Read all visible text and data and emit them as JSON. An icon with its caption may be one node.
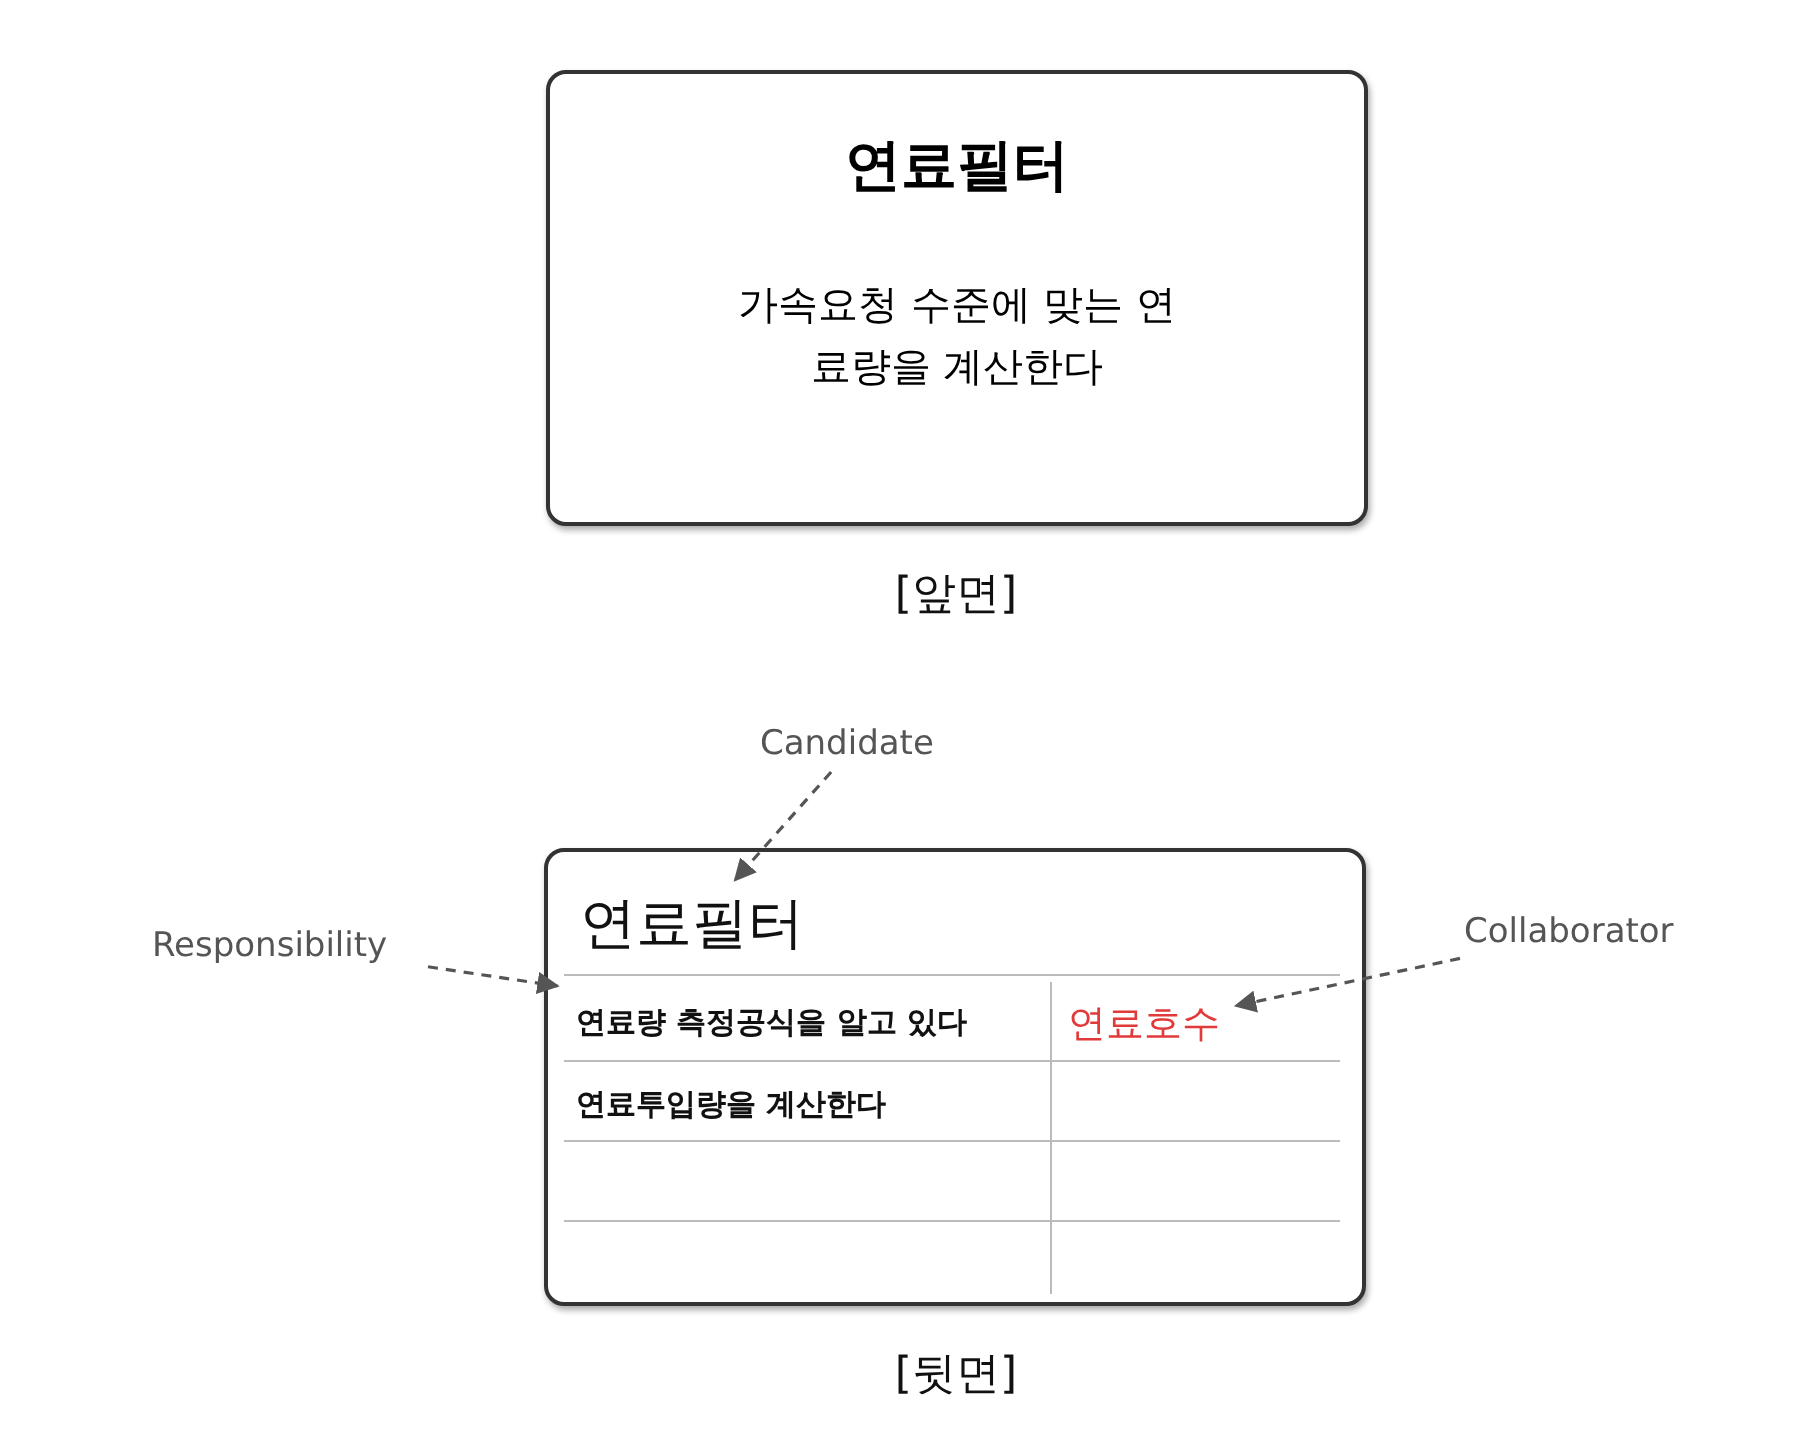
{
  "diagram": {
    "nodes": [
      {
        "text": [
          "연료필터",
          "가속요청 수준에 맞는 연료량을 계산한다"
        ],
        "beside": [
          "[앞면]"
        ]
      },
      {
        "text": [],
        "shape": "box",
        "beside": [
          "[뒷면]"
        ]
      },
      {
        "text": [
          "연료필터"
        ],
        "in": 1
      },
      {
        "text": [
          "연료량 측정공식을 알고 있다"
        ],
        "in": 1
      },
      {
        "text": [
          "연료호수"
        ],
        "in": 1
      },
      {
        "text": [
          "연료투입량을 계산한다"
        ],
        "in": 1
      },
      {
        "text": [
          "Candidate"
        ]
      },
      {
        "text": [
          "Responsibility"
        ]
      },
      {
        "text": [
          "Collaborator"
        ]
      }
    ],
    "edges": [
      {
        "from": 6,
        "to": 2,
        "arrow": "to",
        "style": "dashed"
      },
      {
        "from": 7,
        "to": 3,
        "arrow": "to",
        "style": "dashed"
      },
      {
        "from": 8,
        "to": 4,
        "arrow": "to",
        "style": "dashed"
      }
    ]
  }
}
